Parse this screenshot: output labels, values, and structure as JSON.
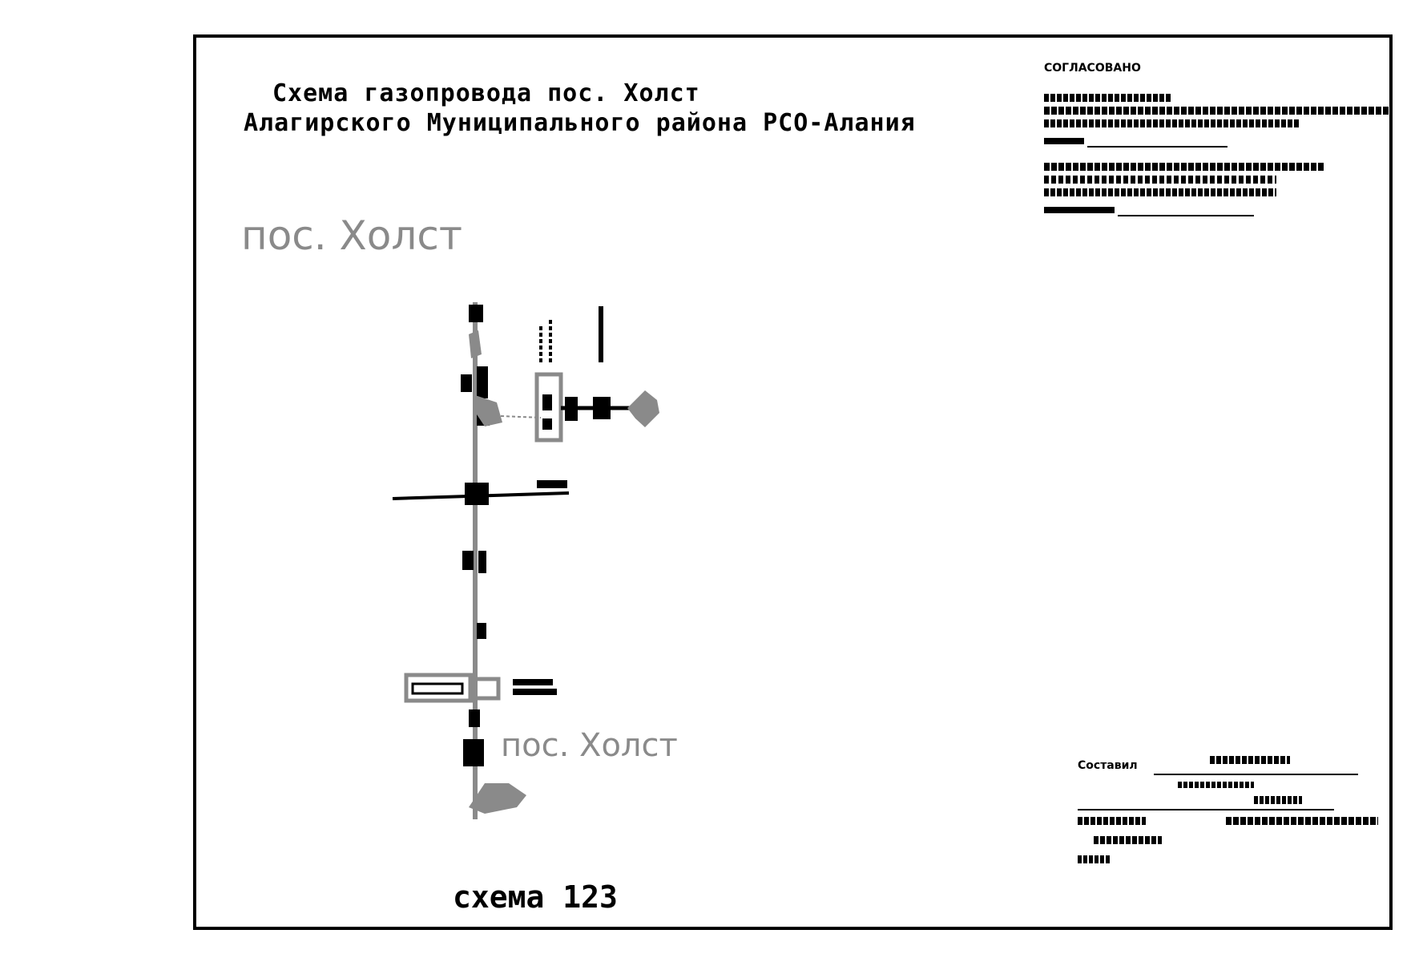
{
  "title": {
    "line1": "Схема газопровода пос. Холст",
    "line2": "Алагирского  Муниципального района РСО-Алания"
  },
  "labels": {
    "village_top": "пос. Холст",
    "village_bottom": "пос. Холст",
    "scheme_number": "схема 123"
  },
  "approval": {
    "heading": "СОГЛАСОВАНО"
  },
  "compiled": {
    "label": "Составил"
  }
}
